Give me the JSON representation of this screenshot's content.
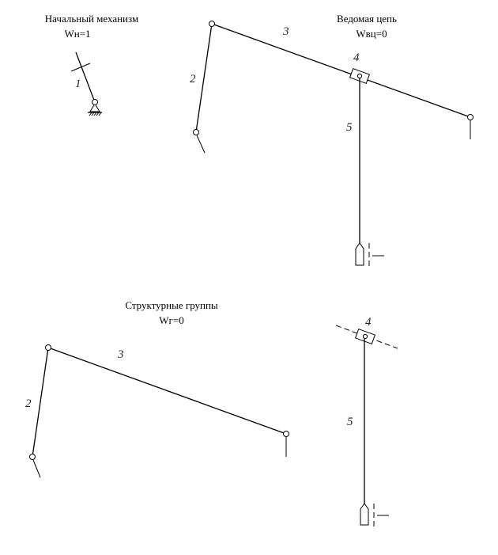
{
  "sections": {
    "input_mechanism": {
      "title": "Начальный механизм",
      "dof": "Wн=1"
    },
    "driven_chain": {
      "title": "Ведомая цепь",
      "dof": "Wвц=0"
    },
    "structural_groups": {
      "title": "Структурные группы",
      "dof": "Wг=0"
    }
  },
  "links": {
    "l1": "1",
    "l2": "2",
    "l3": "3",
    "l4": "4",
    "l5": "5"
  }
}
